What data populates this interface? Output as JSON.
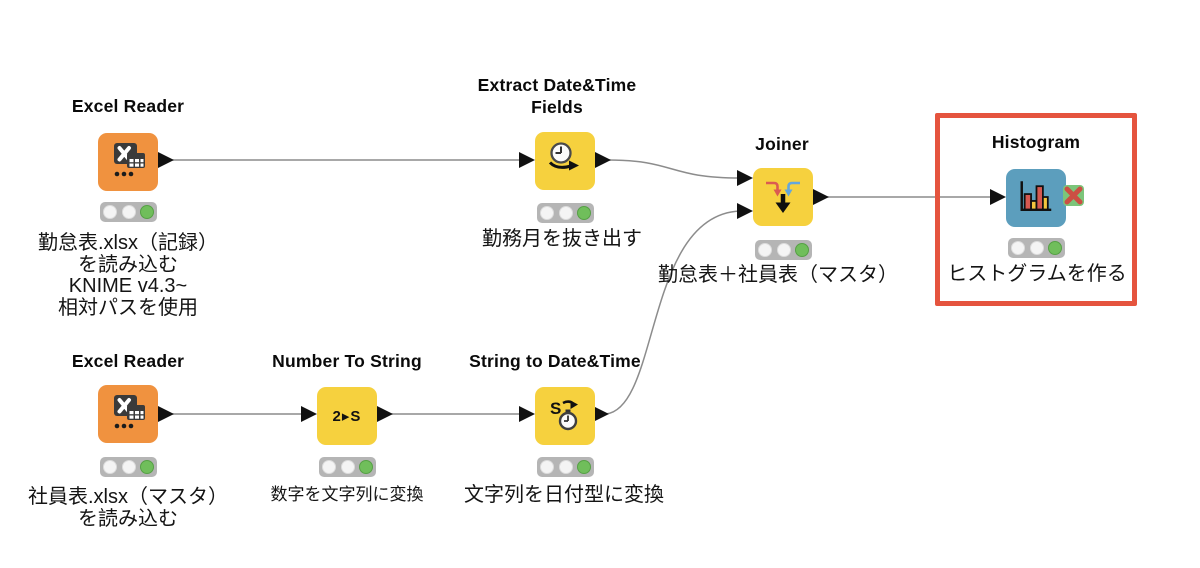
{
  "workflow": {
    "nodes": {
      "excel_reader_top": {
        "title": "Excel Reader",
        "annotation": [
          "勤怠表.xlsx（記録）",
          "を読み込む",
          "KNIME v4.3~",
          "相対パスを使用"
        ],
        "status_lights": [
          "off",
          "off",
          "green"
        ]
      },
      "extract_datetime_fields": {
        "title_line1": "Extract Date&Time",
        "title_line2": "Fields",
        "annotation": "勤務月を抜き出す",
        "status_lights": [
          "off",
          "off",
          "green"
        ]
      },
      "joiner": {
        "title": "Joiner",
        "annotation": "勤怠表＋社員表（マスタ）",
        "status_lights": [
          "off",
          "off",
          "green"
        ]
      },
      "histogram": {
        "title": "Histogram",
        "annotation": "ヒストグラムを作る",
        "status_lights": [
          "off",
          "off",
          "green"
        ],
        "highlighted": true,
        "marker": "red-x-on-green"
      },
      "excel_reader_bottom": {
        "title": "Excel Reader",
        "annotation": [
          "社員表.xlsx（マスタ）",
          "を読み込む"
        ],
        "status_lights": [
          "off",
          "off",
          "green"
        ]
      },
      "number_to_string": {
        "title": "Number To String",
        "icon_label": "2▸S",
        "annotation": "数字を文字列に変換",
        "status_lights": [
          "off",
          "off",
          "green"
        ]
      },
      "string_to_datetime": {
        "title": "String to Date&Time",
        "icon_label": "S",
        "annotation": "文字列を日付型に変換",
        "status_lights": [
          "off",
          "off",
          "green"
        ]
      }
    },
    "connections": [
      {
        "from": "excel_reader_top",
        "to": "extract_datetime_fields"
      },
      {
        "from": "extract_datetime_fields",
        "to": "joiner",
        "to_port": 1
      },
      {
        "from": "joiner",
        "to": "histogram"
      },
      {
        "from": "excel_reader_bottom",
        "to": "number_to_string"
      },
      {
        "from": "number_to_string",
        "to": "string_to_datetime"
      },
      {
        "from": "string_to_datetime",
        "to": "joiner",
        "to_port": 2
      }
    ],
    "colors": {
      "node_orange": "#F0923F",
      "node_yellow": "#F6D13E",
      "node_blue": "#5C9EBD",
      "light_green": "#70BE5B",
      "traffic_bar": "#b5b5b5",
      "highlight_red": "#E5543E",
      "wire_gray": "#8C8C8C",
      "marker_green": "#7CC57A",
      "marker_red": "#CC4F44"
    }
  }
}
